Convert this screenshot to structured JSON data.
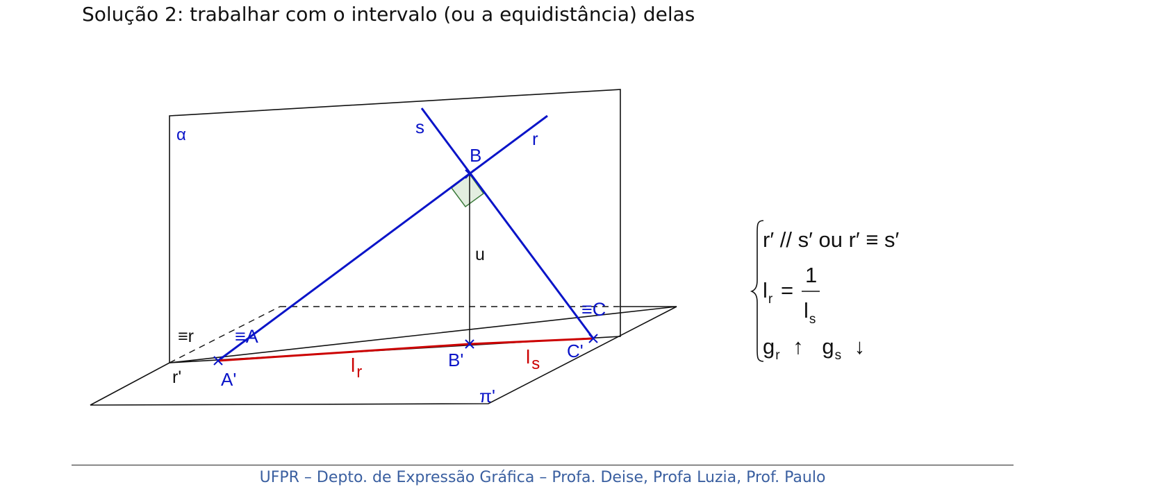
{
  "title": "Solução 2: trabalhar com o intervalo (ou a equidistância) delas",
  "footer": "UFPR – Depto. de Expressão Gráfica – Profa. Deise, Profa Luzia, Prof. Paulo",
  "colors": {
    "blue": "#0a14c8",
    "red": "#cc0000",
    "black": "#111111",
    "angle_fill": "#e3eee0",
    "angle_stroke": "#3a7a3a"
  },
  "labels": {
    "alpha": "α",
    "s": "s",
    "r": "r",
    "B": "B",
    "u": "u",
    "C_equiv": "≡C",
    "r_equiv": "≡r",
    "A_equiv": "≡A",
    "r_prime": "r'",
    "A_prime": "A'",
    "l_main": "l",
    "l_r_sub": "r",
    "B_prime": "B'",
    "l_s_sub": "s",
    "C_prime": "C'",
    "pi_prime": "π'"
  },
  "conditions": {
    "line1": "r′ // s′ ou r′ ≡ s′",
    "line2_lhs_main": "l",
    "line2_lhs_sub": "r",
    "line2_eq": "=",
    "line2_numerator": "1",
    "line2_denominator_main": "l",
    "line2_denominator_sub": "s",
    "line3_g1_main": "g",
    "line3_g1_sub": "r",
    "line3_arrow_up": "↑",
    "line3_g2_main": "g",
    "line3_g2_sub": "s",
    "line3_arrow_down": "↓"
  }
}
